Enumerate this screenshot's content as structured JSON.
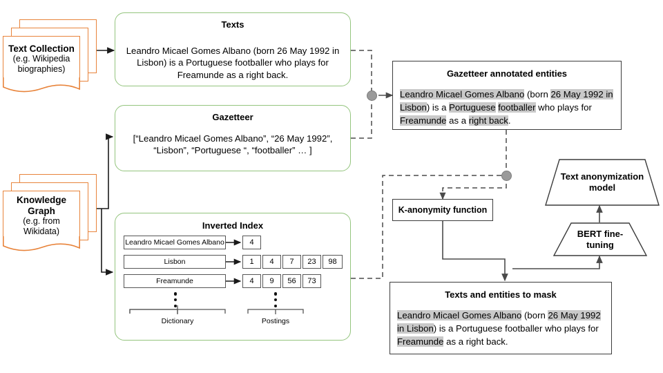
{
  "sources": [
    {
      "id": "text-collection",
      "title": "Text Collection",
      "subtitle_line1": "(e.g. Wikipedia",
      "subtitle_line2": "biographies)"
    },
    {
      "id": "knowledge-graph",
      "title_line1": "Knowledge",
      "title_line2": "Graph",
      "subtitle_line1": "(e.g. from",
      "subtitle_line2": "Wikidata)"
    }
  ],
  "texts_box": {
    "title": "Texts",
    "body": "Leandro Micael Gomes Albano (born 26 May 1992 in Lisbon) is a Portuguese footballer who plays for Freamunde as a right back."
  },
  "gazetteer_box": {
    "title": "Gazetteer",
    "body": "[“Leandro Micael Gomes Albano”, “26 May 1992”, “Lisbon”, “Portuguese “,  “footballer” … ]"
  },
  "inverted_index": {
    "title": "Inverted Index",
    "dictionary_label": "Dictionary",
    "postings_label": "Postings",
    "rows": [
      {
        "term": "Leandro Micael Gomes Albano",
        "postings": [
          "4"
        ]
      },
      {
        "term": "Lisbon",
        "postings": [
          "1",
          "4",
          "7",
          "23",
          "98"
        ]
      },
      {
        "term": "Freamunde",
        "postings": [
          "4",
          "9",
          "56",
          "73"
        ]
      }
    ]
  },
  "annotated_box": {
    "title": "Gazetteer annotated entities",
    "segments": [
      {
        "text": "Leandro Micael Gomes Albano",
        "highlight": true
      },
      {
        "text": " (born ",
        "highlight": false
      },
      {
        "text": "26 May 1992 in Lisbon",
        "highlight": true
      },
      {
        "text": ") is a ",
        "highlight": false
      },
      {
        "text": "Portuguese",
        "highlight": true
      },
      {
        "text": " ",
        "highlight": false
      },
      {
        "text": "footballer",
        "highlight": true
      },
      {
        "text": " who plays for ",
        "highlight": false
      },
      {
        "text": "Freamunde",
        "highlight": true
      },
      {
        "text": " as a ",
        "highlight": false
      },
      {
        "text": "right back",
        "highlight": true
      },
      {
        "text": ".",
        "highlight": false
      }
    ]
  },
  "mask_box": {
    "title": "Texts and entities to mask",
    "segments": [
      {
        "text": "Leandro Micael Gomes Albano",
        "highlight": true
      },
      {
        "text": " (born ",
        "highlight": false
      },
      {
        "text": "26 May 1992 in Lisbon",
        "highlight": true
      },
      {
        "text": ") is a Portuguese footballer who plays for ",
        "highlight": false
      },
      {
        "text": "Freamunde",
        "highlight": true
      },
      {
        "text": " as a right back.",
        "highlight": false
      }
    ]
  },
  "k_anonymity": {
    "label": "K-anonymity function"
  },
  "bert": {
    "line1": "BERT fine-",
    "line2": "tuning"
  },
  "model": {
    "line1": "Text anonymization",
    "line2": "model"
  },
  "colors": {
    "source_border": "#E8833A",
    "green_border": "#93C47D",
    "black_border": "#3b3b3b",
    "highlight": "#C9C9C9",
    "junction_dot": "#9a9a9a"
  }
}
